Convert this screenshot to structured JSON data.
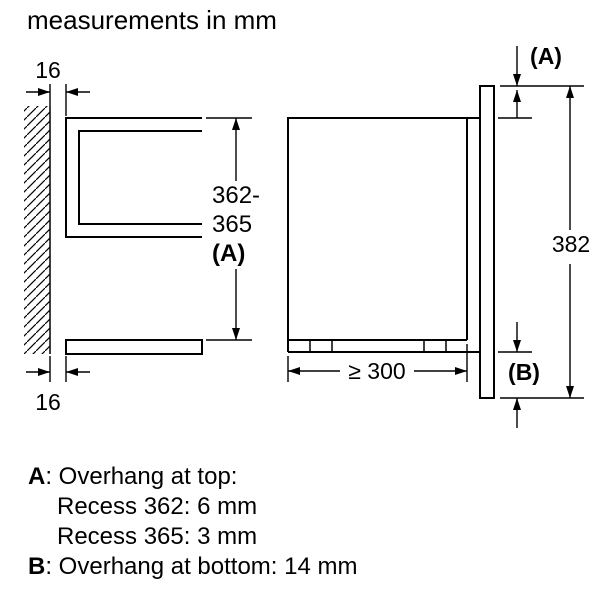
{
  "title": "measurements in mm",
  "colors": {
    "line": "#000000",
    "background": "#ffffff"
  },
  "diagram": {
    "wall_gap_top": "16",
    "wall_gap_bottom": "16",
    "niche_height_line1": "362-",
    "niche_height_line2": "365",
    "niche_height_line3": "(A)",
    "niche_depth": "≥ 300",
    "front_height": "382",
    "overhang_top_label": "(A)",
    "overhang_bottom_label": "(B)"
  },
  "legend": {
    "a_key": "A",
    "a_text": ": Overhang at top:",
    "a_detail1": "Recess 362: 6 mm",
    "a_detail2": "Recess 365: 3 mm",
    "b_key": "B",
    "b_text": ": Overhang at bottom: 14 mm"
  }
}
